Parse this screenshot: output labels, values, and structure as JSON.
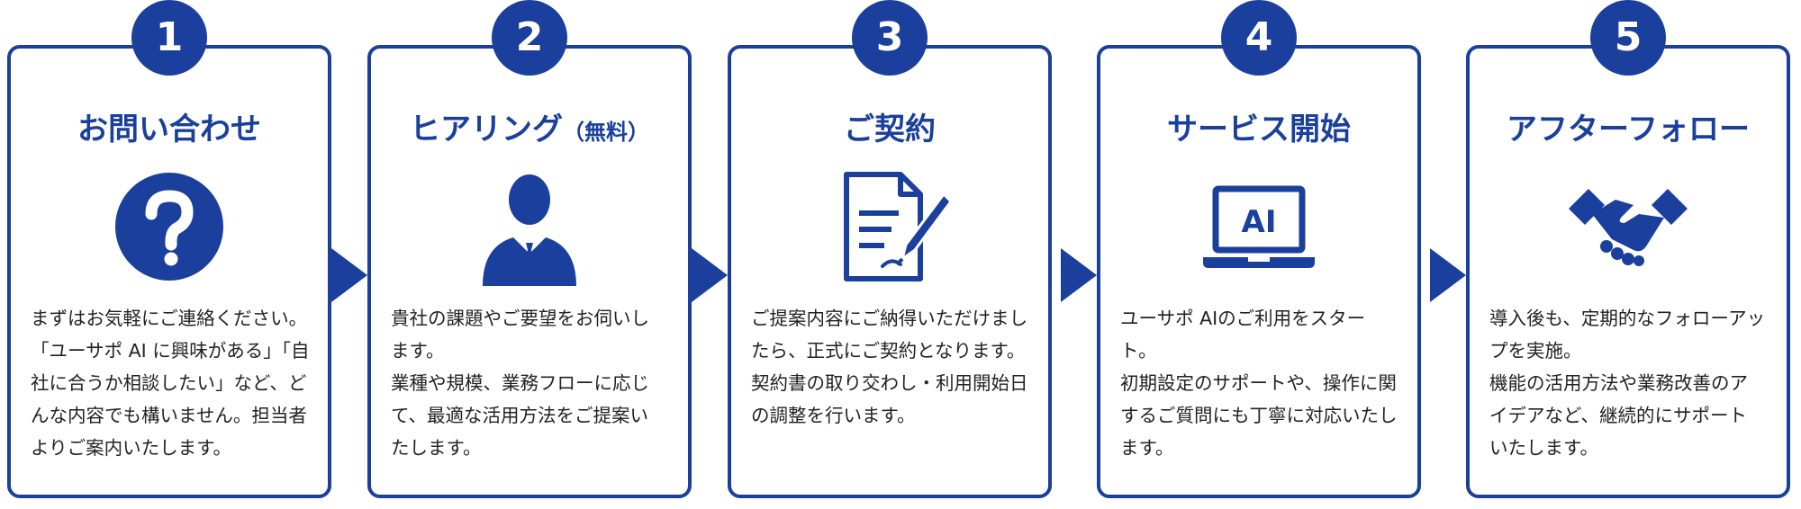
{
  "colors": {
    "primary": "#1a3f9c",
    "background": "#ffffff",
    "text": "#222222"
  },
  "steps": [
    {
      "number": "1",
      "title": "お問い合わせ",
      "title_note": "",
      "icon": "question-icon",
      "description": "まずはお気軽にご連絡ください。\n「ユーサポ AI に興味がある」「自\n社に合うか相談したい」など、ど\nんな内容でも構いません。担当者\nよりご案内いたします。"
    },
    {
      "number": "2",
      "title": "ヒアリング",
      "title_note": "（無料）",
      "icon": "businessman-icon",
      "description": "貴社の課題やご要望をお伺いし\nます。\n業種や規模、業務フローに応じ\nて、最適な活用方法をご提案い\nたします。"
    },
    {
      "number": "3",
      "title": "ご契約",
      "title_note": "",
      "icon": "contract-pen-icon",
      "description": "ご提案内容にご納得いただけまし\nたら、正式にご契約となります。\n契約書の取り交わし・利用開始日\nの調整を行います。"
    },
    {
      "number": "4",
      "title": "サービス開始",
      "title_note": "",
      "icon": "ai-laptop-icon",
      "icon_text": "AI",
      "description": "ユーサポ AIのご利用をスタート。\n初期設定のサポートや、操作に関\nするご質問にも丁寧に対応いたし\nます。"
    },
    {
      "number": "5",
      "title": "アフターフォロー",
      "title_note": "",
      "icon": "handshake-icon",
      "description": "導入後も、定期的なフォローアッ\nプを実施。\n機能の活用方法や業務改善のア\nイデアなど、継続的にサポート\nいたします。"
    }
  ]
}
